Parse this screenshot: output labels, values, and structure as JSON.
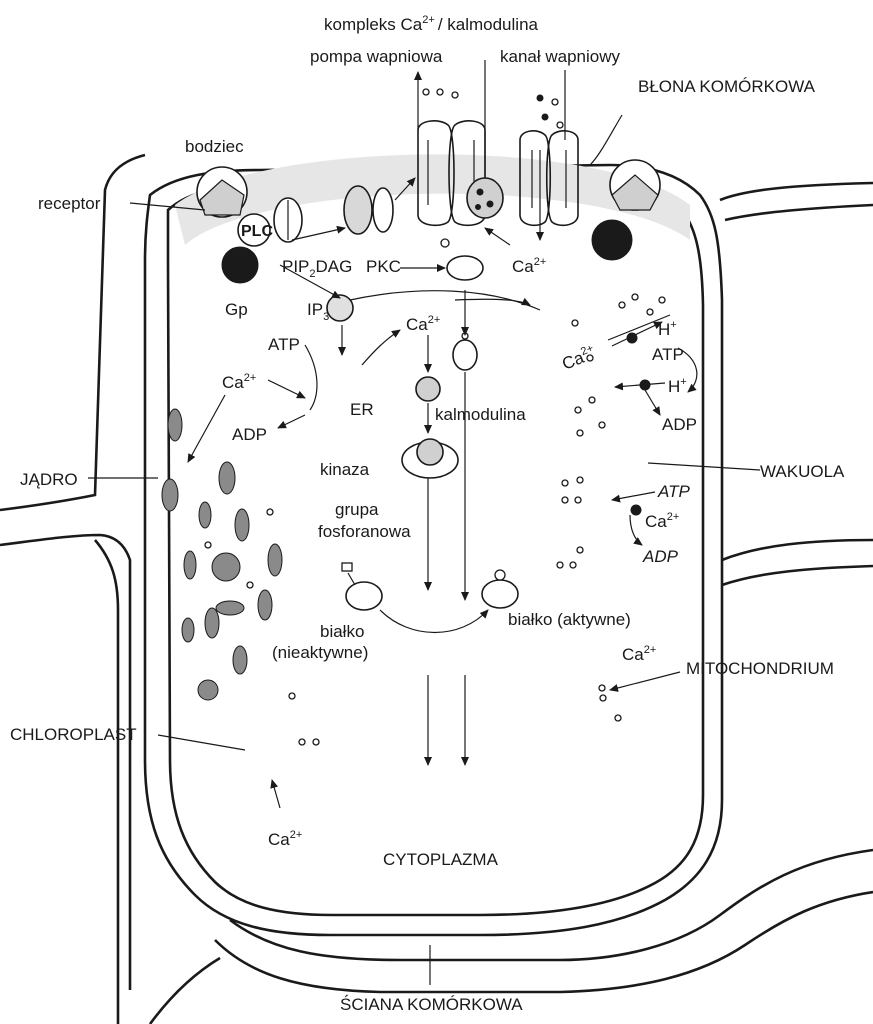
{
  "labels": {
    "complex": "kompleks Ca",
    "complex_sup": "2+",
    "complex_tail": "/ kalmodulina",
    "pump": "pompa wapniowa",
    "channel": "kanał wapniowy",
    "membrane": "BŁONA KOMÓRKOWA",
    "stimulus": "bodziec",
    "receptor": "receptor",
    "plc": "PLC",
    "pip2": "PIP",
    "pip2_sub": "2",
    "dag": "DAG",
    "pkc": "PKC",
    "gp": "Gp",
    "ip3": "IP",
    "ip3_sub": "3",
    "atp": "ATP",
    "adp": "ADP",
    "ca": "Ca",
    "ca_sup": "2+",
    "er": "ER",
    "kinase": "kinaza",
    "calmodulin": "kalmodulina",
    "nucleus": "JĄDRO",
    "phosphate_1": "grupa",
    "phosphate_2": "fosforanowa",
    "protein_inactive_1": "białko",
    "protein_inactive_2": "(nieaktywne)",
    "protein_active": "białko (aktywne)",
    "vacuole": "WAKUOLA",
    "h": "H",
    "h_sup": "+",
    "mitochondrium": "MITOCHONDRIUM",
    "chloroplast": "CHLOROPLAST",
    "cytoplasm": "CYTOPLAZMA",
    "cell_wall": "ŚCIANA KOMÓRKOWA"
  },
  "colors": {
    "ink": "#1a1a1a",
    "background": "#ffffff",
    "speckle": "#bdbdbd"
  }
}
